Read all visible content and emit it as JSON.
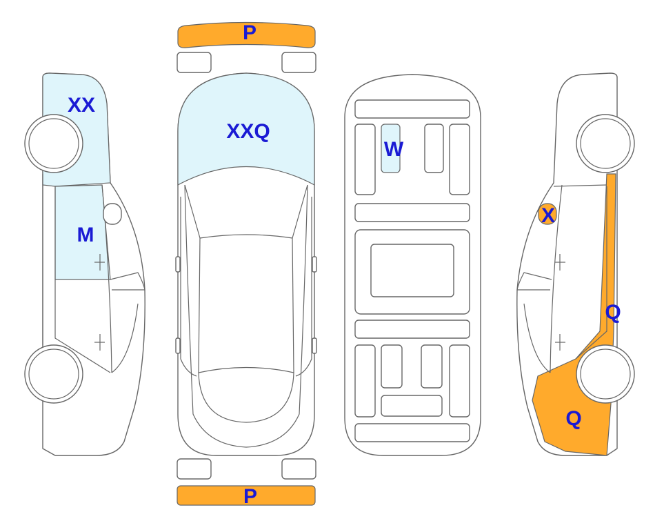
{
  "colors": {
    "light_fill": "#dff5fb",
    "orange_fill": "#ffaa2c",
    "outline": "#666666",
    "label": "#1a1ad4"
  },
  "labels": {
    "left_roof": "XX",
    "left_door": "M",
    "top_bumper": "P",
    "hood": "XXQ",
    "underbody": "W",
    "right_mirror": "X",
    "right_rear_pillar": "Q",
    "right_rear_quarter": "Q",
    "bottom_bumper": "P"
  }
}
